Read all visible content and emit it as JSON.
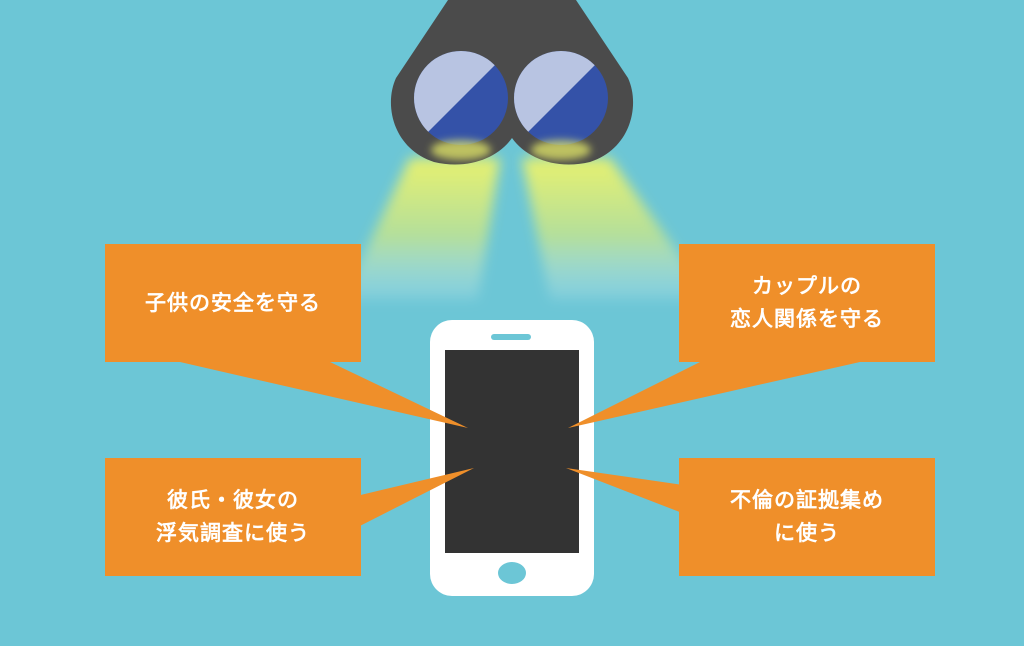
{
  "colors": {
    "background": "#6cc6d6",
    "callout": "#ef8f2a",
    "phone_body": "#ffffff",
    "phone_screen": "#333333",
    "phone_accent": "#6cc6d6",
    "binocular_body": "#4b4b4b",
    "lens_light": "#b8c4e2",
    "lens_dark": "#3452a8",
    "beam": "#eef36a"
  },
  "icons": {
    "binoculars": "binoculars-icon",
    "smartphone": "smartphone-icon"
  },
  "callouts": {
    "top_left": {
      "lines": [
        "子供の安全を守る"
      ]
    },
    "top_right": {
      "lines": [
        "カップルの",
        "恋人関係を守る"
      ]
    },
    "bottom_left": {
      "lines": [
        "彼氏・彼女の",
        "浮気調査に使う"
      ]
    },
    "bottom_right": {
      "lines": [
        "不倫の証拠集め",
        "に使う"
      ]
    }
  }
}
